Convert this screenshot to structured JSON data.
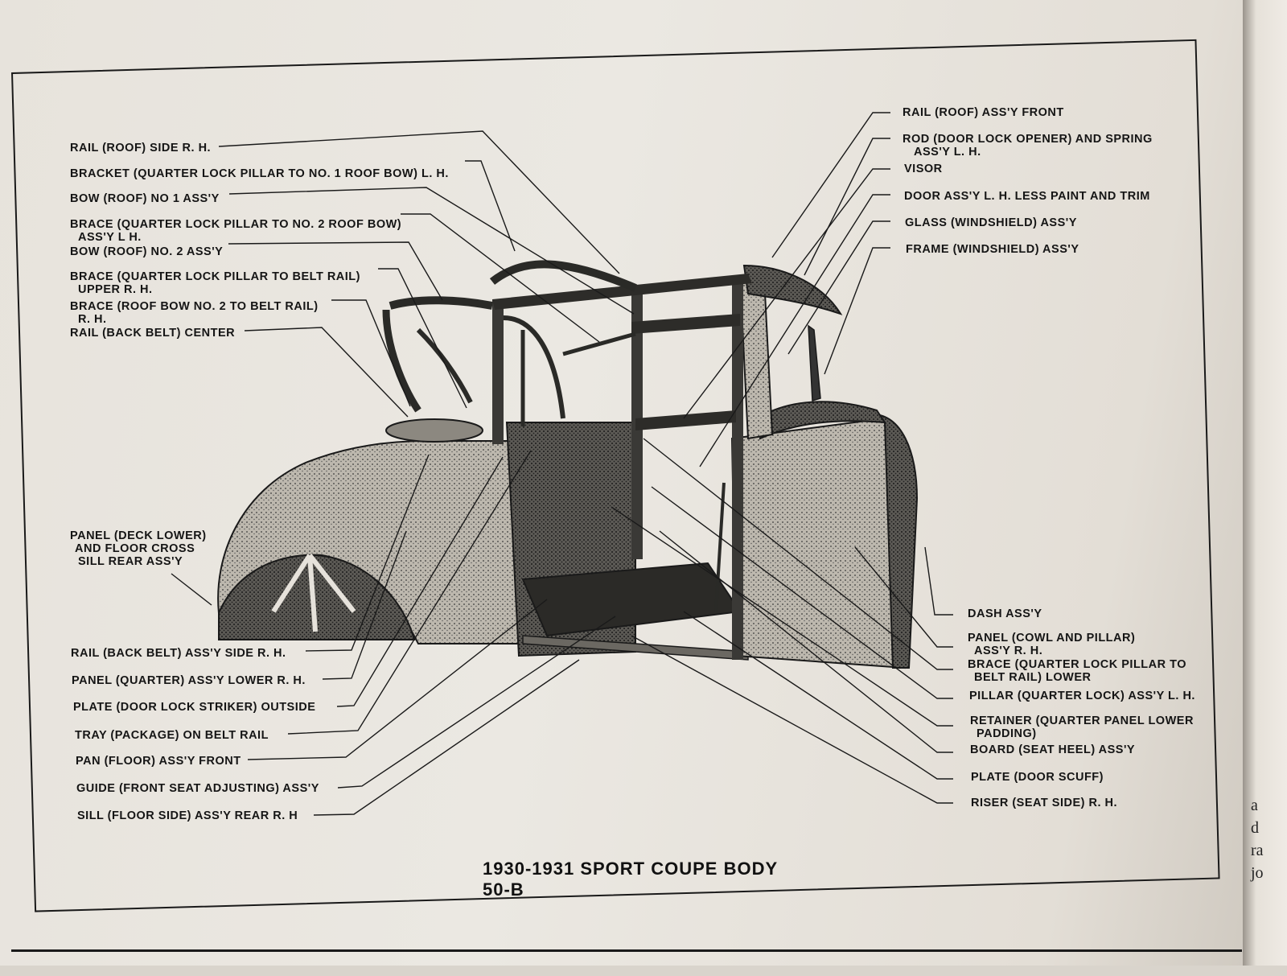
{
  "title": "1930-1931 SPORT COUPE BODY 50-B",
  "labels_left": [
    {
      "id": "rail-roof-side",
      "lines": [
        "RAIL (ROOF) SIDE R. H."
      ]
    },
    {
      "id": "bracket-quarter-lock",
      "lines": [
        "BRACKET (QUARTER LOCK PILLAR TO NO. 1 ROOF BOW) L. H."
      ]
    },
    {
      "id": "bow-roof-no1",
      "lines": [
        "BOW (ROOF) NO  1 ASS'Y"
      ]
    },
    {
      "id": "brace-quarter-no2",
      "lines": [
        "BRACE (QUARTER LOCK PILLAR TO NO. 2 ROOF BOW)",
        "ASS'Y L H."
      ]
    },
    {
      "id": "bow-roof-no2",
      "lines": [
        "BOW (ROOF) NO. 2 ASS'Y"
      ]
    },
    {
      "id": "brace-quarter-belt",
      "lines": [
        "BRACE (QUARTER LOCK PILLAR TO BELT RAIL)",
        "UPPER R. H."
      ]
    },
    {
      "id": "brace-roof-bow",
      "lines": [
        "BRACE (ROOF BOW NO. 2 TO BELT RAIL)",
        "R. H."
      ]
    },
    {
      "id": "rail-back-belt-center",
      "lines": [
        "RAIL (BACK BELT) CENTER"
      ]
    },
    {
      "id": "panel-deck-lower",
      "lines": [
        "PANEL (DECK LOWER)",
        "AND FLOOR CROSS",
        "SILL REAR ASS'Y"
      ]
    },
    {
      "id": "rail-back-belt-side",
      "lines": [
        "RAIL (BACK BELT) ASS'Y SIDE R. H."
      ]
    },
    {
      "id": "panel-quarter",
      "lines": [
        "PANEL (QUARTER) ASS'Y LOWER R. H."
      ]
    },
    {
      "id": "plate-door-lock",
      "lines": [
        "PLATE (DOOR LOCK STRIKER) OUTSIDE"
      ]
    },
    {
      "id": "tray-package",
      "lines": [
        "TRAY (PACKAGE) ON BELT RAIL"
      ]
    },
    {
      "id": "pan-floor",
      "lines": [
        "PAN (FLOOR) ASS'Y FRONT"
      ]
    },
    {
      "id": "guide-front-seat",
      "lines": [
        "GUIDE (FRONT SEAT ADJUSTING) ASS'Y"
      ]
    },
    {
      "id": "sill-floor-side",
      "lines": [
        "SILL (FLOOR SIDE) ASS'Y REAR R. H"
      ]
    }
  ],
  "labels_right": [
    {
      "id": "rail-roof-front",
      "lines": [
        "RAIL (ROOF) ASS'Y FRONT"
      ]
    },
    {
      "id": "rod-door-lock",
      "lines": [
        "ROD (DOOR LOCK OPENER) AND SPRING",
        "ASS'Y L. H."
      ]
    },
    {
      "id": "visor",
      "lines": [
        "VISOR"
      ]
    },
    {
      "id": "door-assy",
      "lines": [
        "DOOR ASS'Y L. H. LESS PAINT AND TRIM"
      ]
    },
    {
      "id": "glass-windshield",
      "lines": [
        "GLASS (WINDSHIELD) ASS'Y"
      ]
    },
    {
      "id": "frame-windshield",
      "lines": [
        "FRAME (WINDSHIELD) ASS'Y"
      ]
    },
    {
      "id": "dash-assy",
      "lines": [
        "DASH ASS'Y"
      ]
    },
    {
      "id": "panel-cowl",
      "lines": [
        "PANEL (COWL AND PILLAR)",
        "ASS'Y R. H."
      ]
    },
    {
      "id": "brace-quarter-lower",
      "lines": [
        "BRACE (QUARTER LOCK PILLAR TO",
        "BELT RAIL) LOWER"
      ]
    },
    {
      "id": "pillar-quarter-lock",
      "lines": [
        "PILLAR (QUARTER LOCK) ASS'Y L. H."
      ]
    },
    {
      "id": "retainer-quarter",
      "lines": [
        "RETAINER (QUARTER PANEL LOWER",
        "PADDING)"
      ]
    },
    {
      "id": "board-seat-heel",
      "lines": [
        "BOARD (SEAT HEEL) ASS'Y"
      ]
    },
    {
      "id": "plate-door-scuff",
      "lines": [
        "PLATE (DOOR SCUFF)"
      ]
    },
    {
      "id": "riser-seat-side",
      "lines": [
        "RISER (SEAT SIDE) R. H."
      ]
    }
  ],
  "right_page_fragments": [
    "a",
    "d",
    "ra",
    "jo"
  ]
}
